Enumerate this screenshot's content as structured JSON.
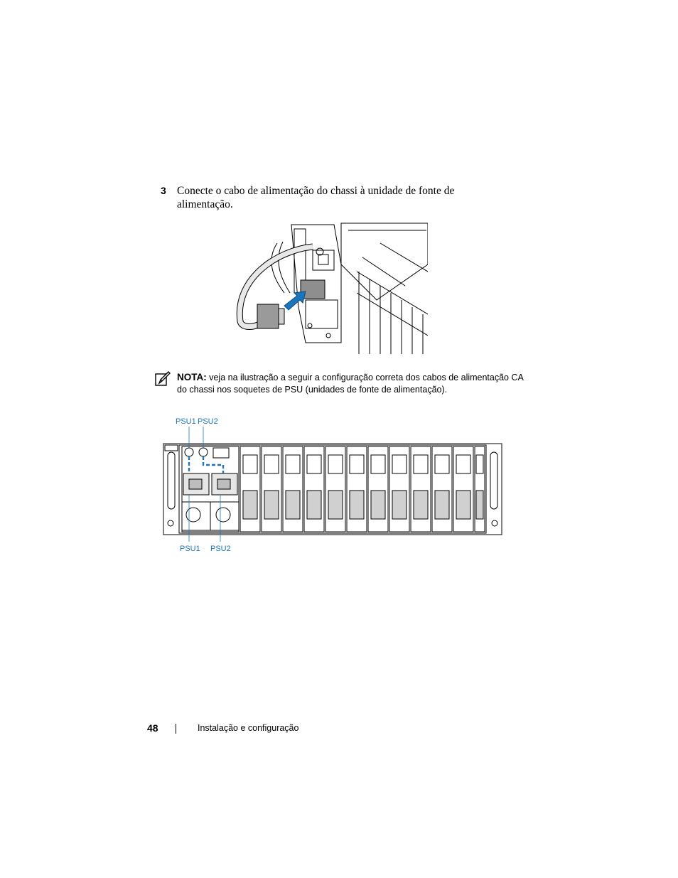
{
  "step": {
    "number": "3",
    "text": "Conecte o cabo de alimentação do chassi à unidade de fonte de alimentação."
  },
  "note": {
    "icon": "pencil-note-icon",
    "label": "NOTA:",
    "text": "veja na ilustração a seguir a configuração correta dos cabos de alimentação CA do chassi nos soquetes de PSU (unidades de fonte de alimentação)."
  },
  "figure2": {
    "callouts_top": [
      "PSU1",
      "PSU2"
    ],
    "callouts_bottom": [
      "PSU1",
      "PSU2"
    ],
    "accent_color": "#1b75bb",
    "sled_count": 12
  },
  "footer": {
    "page_number": "48",
    "section_title": "Instalação e configuração"
  }
}
